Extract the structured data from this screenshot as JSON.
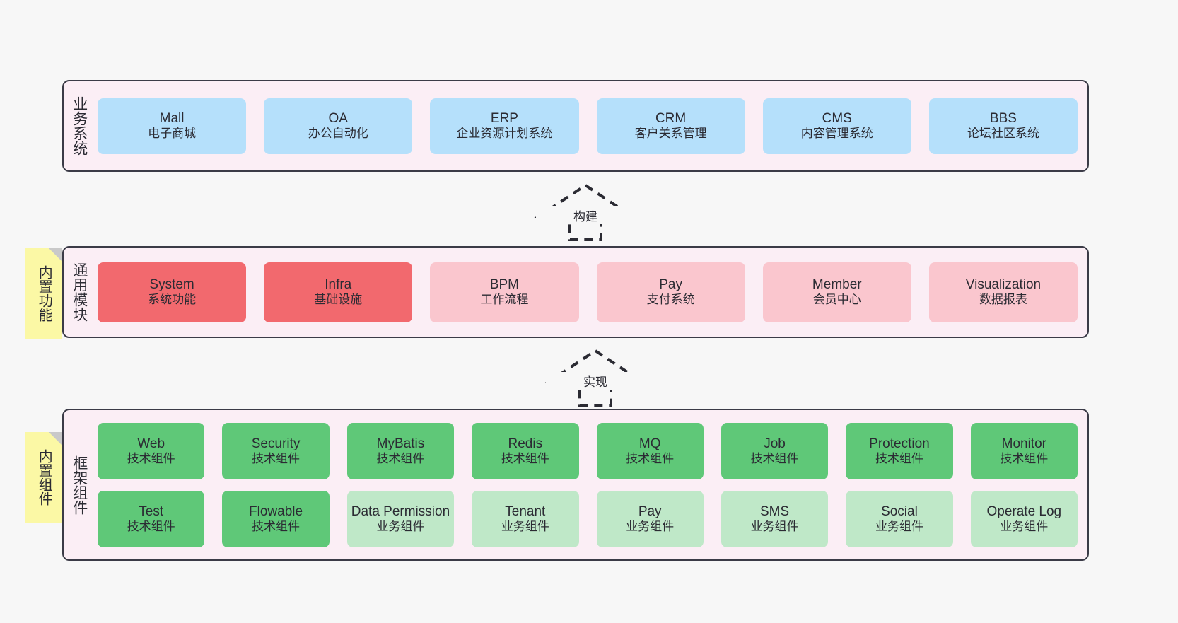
{
  "diagram": {
    "background": "#f7f7f7",
    "layers": [
      {
        "id": "business-systems",
        "title": "业务系统",
        "rows": [
          {
            "nodes": [
              {
                "name": "Mall",
                "sub": "电子商城",
                "color": "#b5e0fb"
              },
              {
                "name": "OA",
                "sub": "办公自动化",
                "color": "#b5e0fb"
              },
              {
                "name": "ERP",
                "sub": "企业资源计划系统",
                "color": "#b5e0fb"
              },
              {
                "name": "CRM",
                "sub": "客户关系管理",
                "color": "#b5e0fb"
              },
              {
                "name": "CMS",
                "sub": "内容管理系统",
                "color": "#b5e0fb"
              },
              {
                "name": "BBS",
                "sub": "论坛社区系统",
                "color": "#b5e0fb"
              }
            ]
          }
        ]
      },
      {
        "id": "common-modules",
        "title": "通用模块",
        "sticky": "内置功能",
        "rows": [
          {
            "nodes": [
              {
                "name": "System",
                "sub": "系统功能",
                "color": "#f2696e"
              },
              {
                "name": "Infra",
                "sub": "基础设施",
                "color": "#f2696e"
              },
              {
                "name": "BPM",
                "sub": "工作流程",
                "color": "#fac6ce"
              },
              {
                "name": "Pay",
                "sub": "支付系统",
                "color": "#fac6ce"
              },
              {
                "name": "Member",
                "sub": "会员中心",
                "color": "#fac6ce"
              },
              {
                "name": "Visualization",
                "sub": "数据报表",
                "color": "#fac6ce"
              }
            ]
          }
        ]
      },
      {
        "id": "framework-components",
        "title": "框架组件",
        "sticky": "内置组件",
        "rows": [
          {
            "nodes": [
              {
                "name": "Web",
                "sub": "技术组件",
                "color": "#5fc878"
              },
              {
                "name": "Security",
                "sub": "技术组件",
                "color": "#5fc878"
              },
              {
                "name": "MyBatis",
                "sub": "技术组件",
                "color": "#5fc878"
              },
              {
                "name": "Redis",
                "sub": "技术组件",
                "color": "#5fc878"
              },
              {
                "name": "MQ",
                "sub": "技术组件",
                "color": "#5fc878"
              },
              {
                "name": "Job",
                "sub": "技术组件",
                "color": "#5fc878"
              },
              {
                "name": "Protection",
                "sub": "技术组件",
                "color": "#5fc878"
              },
              {
                "name": "Monitor",
                "sub": "技术组件",
                "color": "#5fc878"
              }
            ]
          },
          {
            "nodes": [
              {
                "name": "Test",
                "sub": "技术组件",
                "color": "#5fc878"
              },
              {
                "name": "Flowable",
                "sub": "技术组件",
                "color": "#5fc878"
              },
              {
                "name": "Data Permission",
                "sub": "业务组件",
                "color": "#bfe8c8"
              },
              {
                "name": "Tenant",
                "sub": "业务组件",
                "color": "#bfe8c8"
              },
              {
                "name": "Pay",
                "sub": "业务组件",
                "color": "#bfe8c8"
              },
              {
                "name": "SMS",
                "sub": "业务组件",
                "color": "#bfe8c8"
              },
              {
                "name": "Social",
                "sub": "业务组件",
                "color": "#bfe8c8"
              },
              {
                "name": "Operate Log",
                "sub": "业务组件",
                "color": "#bfe8c8"
              }
            ]
          }
        ]
      }
    ],
    "connectors": [
      {
        "id": "build",
        "label": "构建",
        "style": "dashed-hollow-arrow-up"
      },
      {
        "id": "implement",
        "label": "实现",
        "style": "dashed-hollow-arrow-up"
      }
    ]
  }
}
